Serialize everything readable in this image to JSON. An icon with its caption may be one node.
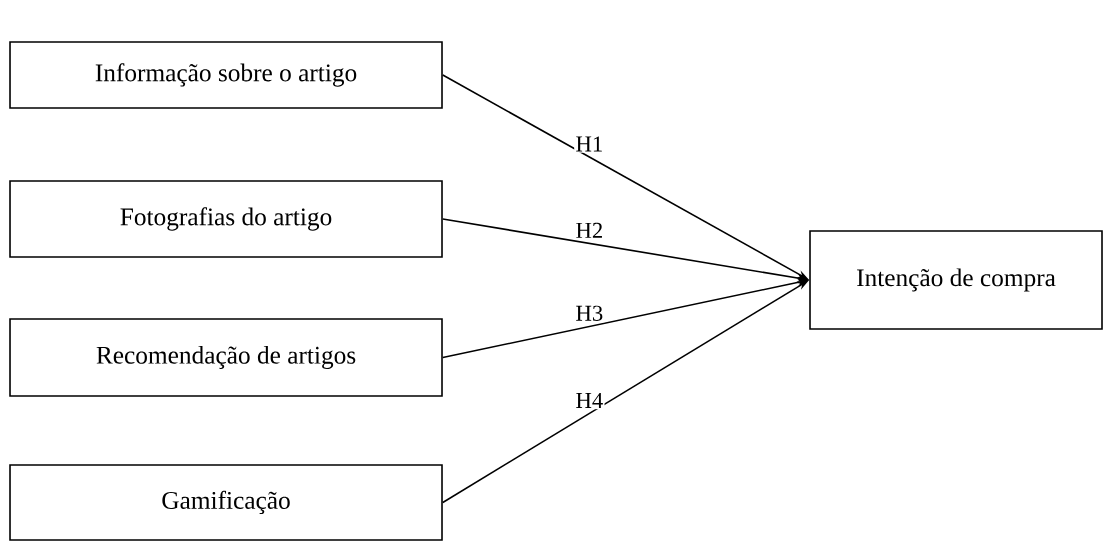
{
  "diagram": {
    "nodes": [
      {
        "text": [
          "Informação sobre o artigo"
        ]
      },
      {
        "text": [
          "Fotografias do artigo"
        ]
      },
      {
        "text": [
          "Recomendação de artigos"
        ]
      },
      {
        "text": [
          "Gamificação"
        ]
      },
      {
        "text": [
          "Intenção de compra"
        ]
      }
    ],
    "edges": [
      {
        "from": 0,
        "to": 4,
        "arrow": "to",
        "label": "H1"
      },
      {
        "from": 1,
        "to": 4,
        "arrow": "to",
        "label": "H2"
      },
      {
        "from": 2,
        "to": 4,
        "arrow": "to",
        "label": "H3"
      },
      {
        "from": 3,
        "to": 4,
        "arrow": "to",
        "label": "H4"
      }
    ]
  }
}
